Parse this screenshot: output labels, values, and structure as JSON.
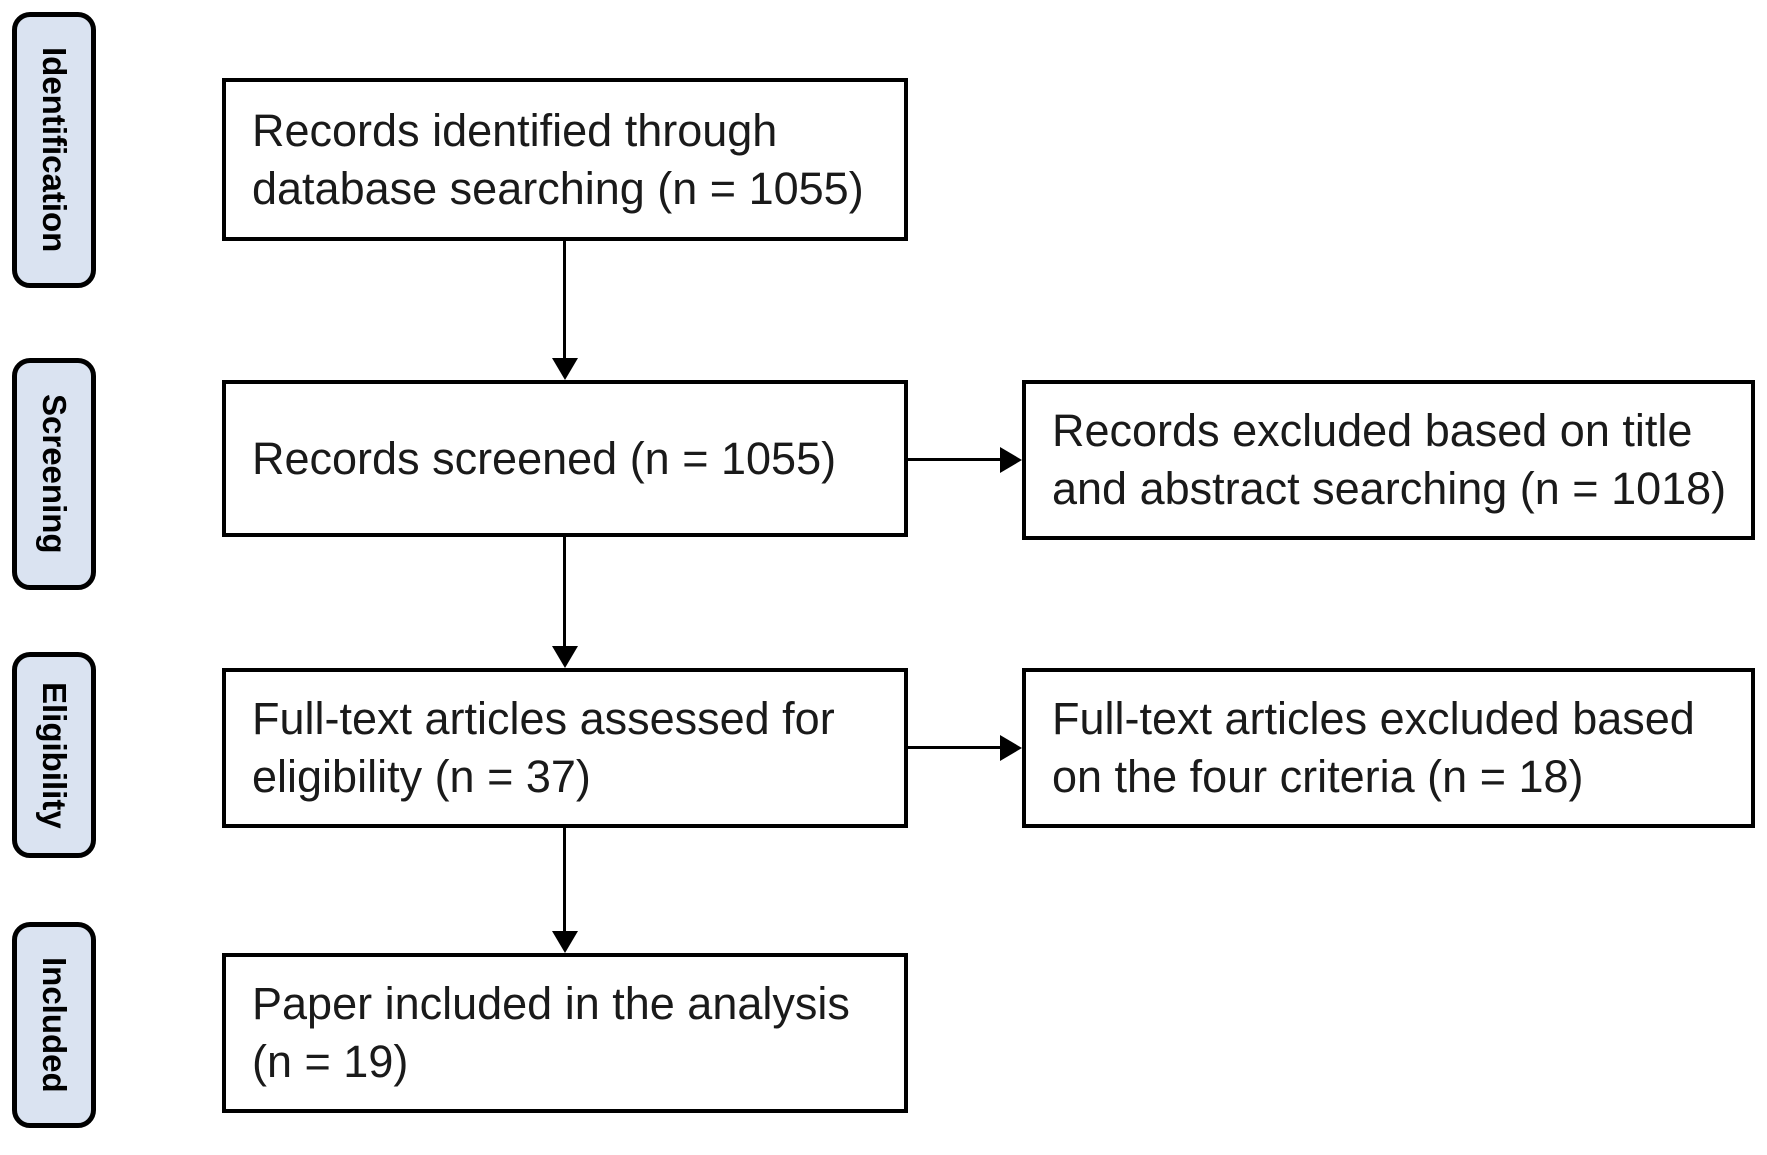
{
  "diagram": {
    "type": "prisma-flow-diagram",
    "stages": [
      {
        "label": "Identification"
      },
      {
        "label": "Screening"
      },
      {
        "label": "Eligibility"
      },
      {
        "label": "Included"
      }
    ],
    "flow_boxes": [
      {
        "text": "Records identified through database searching (n = 1055)",
        "lines": [
          "Records identified through",
          "database searching (n = 1055)"
        ],
        "n": 1055
      },
      {
        "text": "Records screened (n = 1055)",
        "lines": [
          "Records screened (n = 1055)"
        ],
        "n": 1055
      },
      {
        "text": "Full-text articles assessed for eligibility (n = 37)",
        "lines": [
          "Full-text articles assessed for",
          "eligibility (n = 37)"
        ],
        "n": 37
      },
      {
        "text": "Paper included in the analysis (n = 19)",
        "lines": [
          "Paper included in the analysis",
          "(n = 19)"
        ],
        "n": 19
      }
    ],
    "exclusion_boxes": [
      {
        "text": "Records excluded based on title and abstract searching (n = 1018)",
        "lines": [
          "Records excluded based on title",
          "and abstract searching (n = 1018)"
        ],
        "n": 1018
      },
      {
        "text": "Full-text articles excluded based on the four criteria (n = 18)",
        "lines": [
          "Full-text articles excluded based",
          "on the four criteria (n = 18)"
        ],
        "n": 18
      }
    ],
    "colors": {
      "stage_fill": "#dae3f1",
      "border": "#000000",
      "box_fill": "#ffffff",
      "text": "#1a1a1a",
      "background": "#ffffff"
    }
  }
}
